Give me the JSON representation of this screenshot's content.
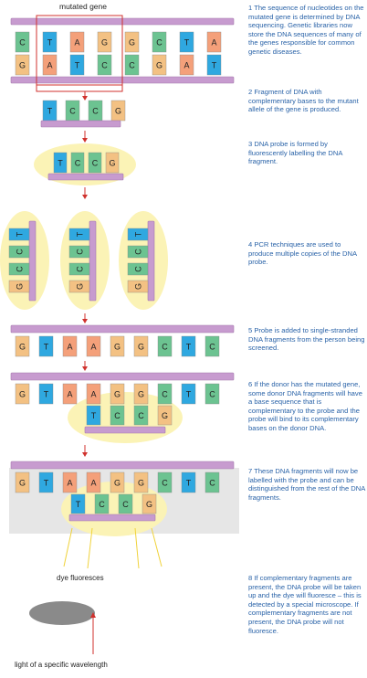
{
  "labels": {
    "mutated_gene": "mutated gene",
    "dye_fluoresces": "dye fluoresces",
    "light": "light of a specific wavelength"
  },
  "steps": [
    "1 The sequence of nucleotides on the mutated gene is determined by DNA sequencing. Genetic libraries now store the DNA sequences of many of the genes responsible for common genetic diseases.",
    "2 Fragment of DNA with complementary bases to the mutant allele of the gene is produced.",
    "3 DNA probe is formed by fluorescently labelling the DNA fragment.",
    "4 PCR techniques are used to produce multiple copies of the DNA probe.",
    "5 Probe is added to single-stranded DNA fragments from the person being screened.",
    "6 If the donor has the mutated gene, some donor DNA fragments will have a base sequence that is complementary to the probe and the probe will bind to its complementary bases on the donor DNA.",
    "7 These DNA fragments will now be labelled with the probe and can be distinguished from the rest of the DNA fragments.",
    "8 If complementary fragments are present, the DNA probe will be taken up and the dye will fluoresce – this is detected by a special microscope. If complementary fragments are not present, the DNA probe will not fluoresce."
  ],
  "sequences": {
    "top_strand": [
      "C",
      "T",
      "A",
      "G",
      "G",
      "C",
      "T",
      "A"
    ],
    "bottom_strand": [
      "G",
      "A",
      "T",
      "C",
      "C",
      "G",
      "A",
      "T"
    ],
    "probe": [
      "T",
      "C",
      "C",
      "G"
    ],
    "donor": [
      "G",
      "T",
      "A",
      "A",
      "G",
      "G",
      "C",
      "T",
      "C"
    ]
  },
  "colors": {
    "A": "#f4a07a",
    "T": "#2fa8e0",
    "C": "#6cc391",
    "G": "#f3c183",
    "backbone": "#c79bcf",
    "glow": "#fbf3b6",
    "arrow": "#d0312d",
    "text_blue": "#2a63a8",
    "screen": "#e6e6e6"
  }
}
